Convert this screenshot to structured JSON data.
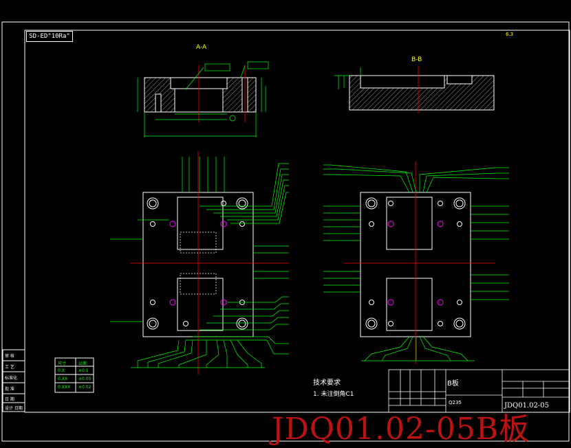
{
  "drawing": {
    "spec_tag": "SD-ED\"10Ra\"",
    "section_aa": "A-A",
    "section_bb": "B-B",
    "tech_req_title": "技术要求",
    "tech_req_item": "1. 未注倒角C1",
    "part_name": "B板",
    "material": "Q235",
    "drawing_code": "JDQ01.02-05",
    "watermark": "JDQ01.02-05B板",
    "side_labels": [
      "审 核",
      "工 艺",
      "标准化",
      "批 准",
      "日 期",
      "设计 日期"
    ],
    "tolerance_rows": [
      [
        "尺寸",
        "公差"
      ],
      [
        "0.X",
        "±0.1"
      ],
      [
        "0.XX",
        "±0.05"
      ],
      [
        "0.XXX",
        "±0.02"
      ]
    ],
    "roughness": "6.3",
    "colors": {
      "outline": "#ffffff",
      "dimension": "#00ff00",
      "center": "#ff0000",
      "hatch": "#ffffff",
      "hole": "#ff00ff",
      "watermark": "#c81414"
    }
  }
}
